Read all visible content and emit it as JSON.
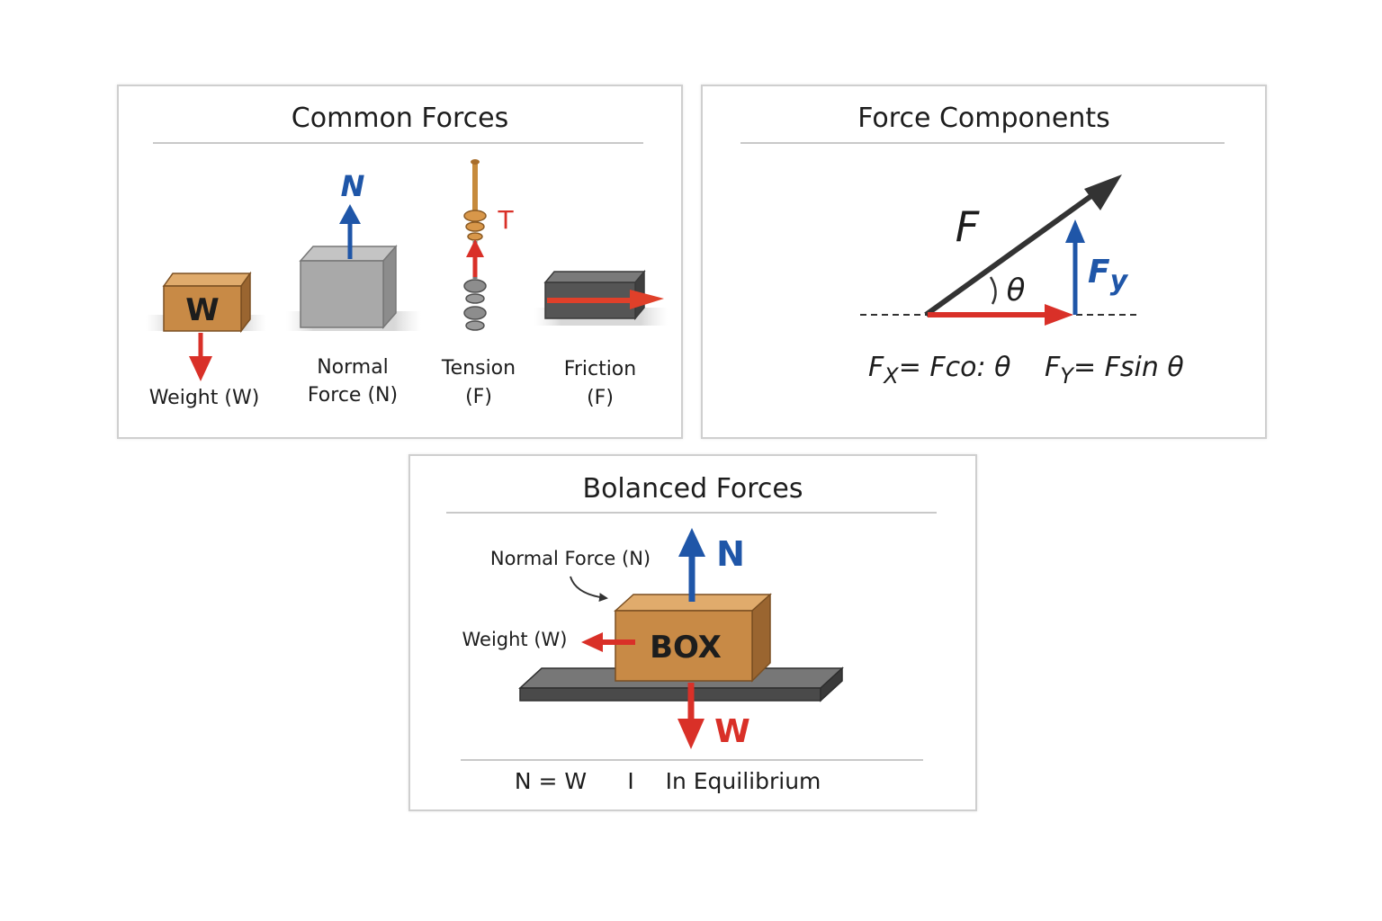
{
  "common": {
    "title": "Common Forces",
    "box_letter": "W",
    "normal_symbol": "N",
    "tension_symbol": "T",
    "weight_label": "Weight (W)",
    "normal_label_line1": "Normal",
    "normal_label_line2": "Force (N)",
    "tension_label_line1": "Tension",
    "tension_label_line2": "(F)",
    "friction_label_line1": "Friction",
    "friction_label_line2": "(F)"
  },
  "components": {
    "title": "Force Components",
    "force_symbol": "F",
    "angle_symbol": "θ",
    "fy_main": "F",
    "fy_sub": "y",
    "eq1_lhs_main": "F",
    "eq1_lhs_sub": "X",
    "eq1_rhs": "= Fco: θ",
    "eq2_lhs_main": "F",
    "eq2_lhs_sub": "Y",
    "eq2_rhs": "= Fsin θ"
  },
  "balanced": {
    "title": "Bolanced Forces",
    "normal_label": "Normal Force (N)",
    "normal_symbol": "N",
    "weight_label": "Weight (W)",
    "box_label": "BOX",
    "weight_symbol": "W",
    "equation": "N = W",
    "separator": "I",
    "status": "In Equilibrium"
  },
  "colors": {
    "red": "#d93028",
    "blue": "#1f56a8",
    "box_brown": "#c88a46",
    "gray_block": "#a9a9a9",
    "dark_block": "#555555"
  }
}
